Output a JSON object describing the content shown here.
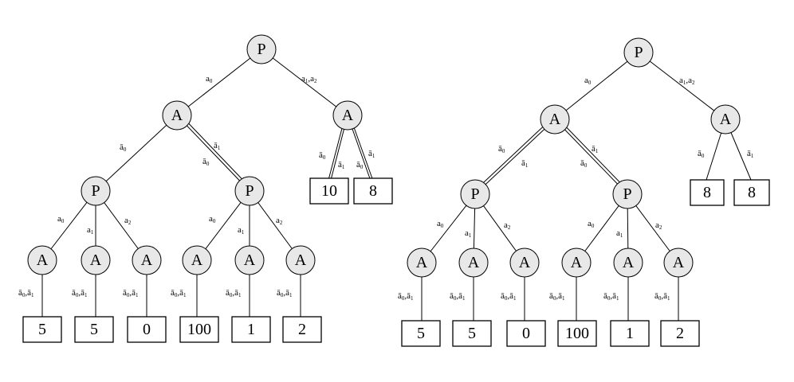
{
  "trees": [
    {
      "name": "left-tree",
      "root": "P",
      "level1": [
        "A",
        "A"
      ],
      "level2": [
        "P",
        "P"
      ],
      "level3": [
        "A",
        "A",
        "A",
        "A",
        "A",
        "A"
      ],
      "leaves_small": [
        "10",
        "8"
      ],
      "leaves_bottom": [
        "5",
        "5",
        "0",
        "100",
        "1",
        "2"
      ],
      "edge_labels": {
        "root_left": "a",
        "root_left_sub": "0",
        "root_right": "a",
        "root_right_sub": "1",
        "root_right_2": "a",
        "root_right_2_sub": "2",
        "a_left_to_p_left": "ā",
        "a_left_to_p_left_sub": "0",
        "a_left_to_p_right_1": "ā",
        "a_left_to_p_right_1_sub": "1",
        "a_left_to_p_right_2": "ā",
        "a_left_to_p_right_2_sub": "0",
        "a_right_left_1": "ā",
        "a_right_left_1_sub": "0",
        "a_right_left_2": "ā",
        "a_right_left_2_sub": "1",
        "a_right_right_1": "ā",
        "a_right_right_1_sub": "0",
        "a_right_right_2": "ā",
        "a_right_right_2_sub": "1",
        "p_child_0": "a",
        "p_child_0_sub": "0",
        "p_child_1": "a",
        "p_child_1_sub": "1",
        "p_child_2": "a",
        "p_child_2_sub": "2",
        "leaf_edge": "ā",
        "leaf_edge_sub0": "0",
        "leaf_edge_sep": ",ā",
        "leaf_edge_sub1": "1"
      }
    },
    {
      "name": "right-tree",
      "root": "P",
      "level1": [
        "A",
        "A"
      ],
      "level2": [
        "P",
        "P"
      ],
      "level3": [
        "A",
        "A",
        "A",
        "A",
        "A",
        "A"
      ],
      "leaves_small": [
        "8",
        "8"
      ],
      "leaves_bottom": [
        "5",
        "5",
        "0",
        "100",
        "1",
        "2"
      ]
    }
  ]
}
